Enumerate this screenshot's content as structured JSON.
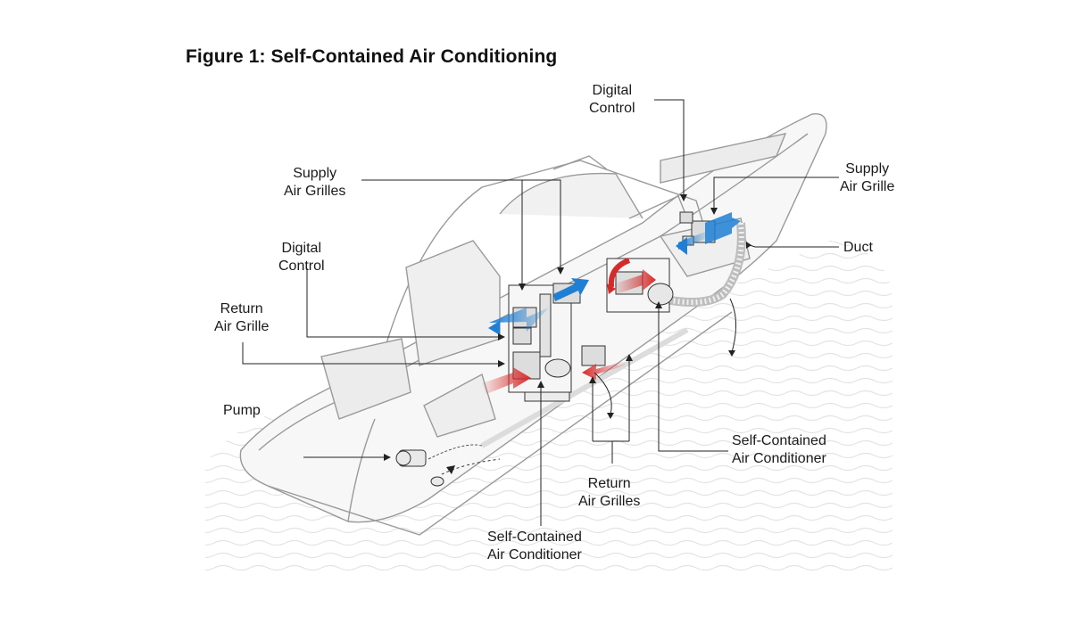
{
  "figure": {
    "title": "Figure 1: Self-Contained Air Conditioning"
  },
  "labels": {
    "digital_control_top": [
      "Digital",
      "Control"
    ],
    "supply_air_grilles": [
      "Supply",
      "Air Grilles"
    ],
    "supply_air_grille": [
      "Supply",
      "Air Grille"
    ],
    "duct": [
      "Duct"
    ],
    "digital_control_left": [
      "Digital",
      "Control"
    ],
    "return_air_grille": [
      "Return",
      "Air Grille"
    ],
    "pump": [
      "Pump"
    ],
    "self_contained_ac_right": [
      "Self-Contained",
      "Air Conditioner"
    ],
    "return_air_grilles": [
      "Return",
      "Air Grilles"
    ],
    "self_contained_ac_bottom": [
      "Self-Contained",
      "Air Conditioner"
    ]
  },
  "colors": {
    "supply_air": "#1f7fd4",
    "return_air": "#d62a2a",
    "hull_line": "#9a9a9a",
    "water_line": "#d8d8d8",
    "leader_line": "#222222"
  }
}
